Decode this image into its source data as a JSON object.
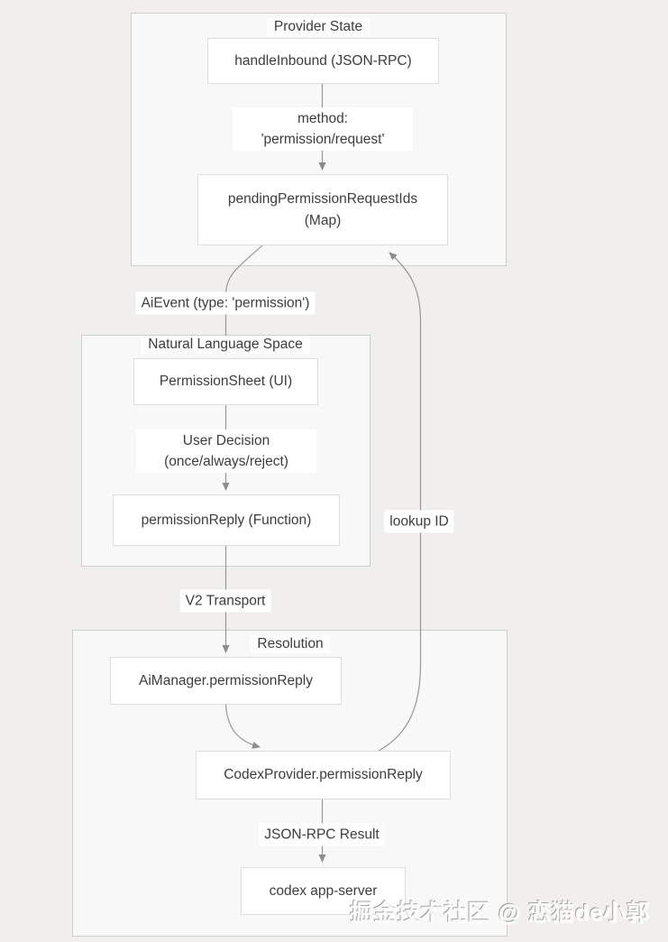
{
  "diagram": {
    "clusters": [
      {
        "id": "provider-state",
        "title": "Provider State"
      },
      {
        "id": "natural-language-space",
        "title": "Natural Language Space"
      },
      {
        "id": "resolution",
        "title": "Resolution"
      }
    ],
    "nodes": [
      {
        "id": "handle-inbound",
        "lines": [
          "handleInbound (JSON-RPC)"
        ]
      },
      {
        "id": "pending-ids",
        "lines": [
          "pendingPermissionRequestIds",
          "(Map)"
        ]
      },
      {
        "id": "permission-sheet",
        "lines": [
          "PermissionSheet (UI)"
        ]
      },
      {
        "id": "permission-reply",
        "lines": [
          "permissionReply (Function)"
        ]
      },
      {
        "id": "aimanager-reply",
        "lines": [
          "AiManager.permissionReply"
        ]
      },
      {
        "id": "codex-provider-reply",
        "lines": [
          "CodexProvider.permissionReply"
        ]
      },
      {
        "id": "codex-app-server",
        "lines": [
          "codex app-server"
        ]
      }
    ],
    "edge_labels": [
      {
        "id": "method",
        "lines": [
          "method:",
          "'permission/request'"
        ]
      },
      {
        "id": "aievent",
        "lines": [
          "AiEvent (type: 'permission')"
        ]
      },
      {
        "id": "user-decision",
        "lines": [
          "User Decision",
          "(once/always/reject)"
        ]
      },
      {
        "id": "lookup-id",
        "lines": [
          "lookup ID"
        ]
      },
      {
        "id": "v2-transport",
        "lines": [
          "V2 Transport"
        ]
      },
      {
        "id": "json-rpc",
        "lines": [
          "JSON-RPC Result"
        ]
      }
    ],
    "edges": [
      {
        "from": "handleInbound (JSON-RPC)",
        "to": "pendingPermissionRequestIds (Map)",
        "label": "method: 'permission/request'"
      },
      {
        "from": "pendingPermissionRequestIds (Map)",
        "to": "PermissionSheet (UI)",
        "label": "AiEvent (type: 'permission')"
      },
      {
        "from": "PermissionSheet (UI)",
        "to": "permissionReply (Function)",
        "label": "User Decision (once/always/reject)"
      },
      {
        "from": "permissionReply (Function)",
        "to": "AiManager.permissionReply",
        "label": "V2 Transport"
      },
      {
        "from": "AiManager.permissionReply",
        "to": "CodexProvider.permissionReply",
        "label": ""
      },
      {
        "from": "CodexProvider.permissionReply",
        "to": "pendingPermissionRequestIds (Map)",
        "label": "lookup ID"
      },
      {
        "from": "CodexProvider.permissionReply",
        "to": "codex app-server",
        "label": "JSON-RPC Result"
      }
    ],
    "colors": {
      "page_bg": "#f0efed",
      "cluster_bg": "#f8f8f8",
      "cluster_border": "#cfcfcf",
      "node_bg": "#ffffff",
      "node_border": "#dedede",
      "edge_line": "#979797",
      "arrowhead": "#8c8c8c",
      "text": "#3d3d3d",
      "label_bg": "#ffffff"
    }
  },
  "watermark": {
    "text": "掘金技术社区 @ 恋猫de小郭"
  }
}
